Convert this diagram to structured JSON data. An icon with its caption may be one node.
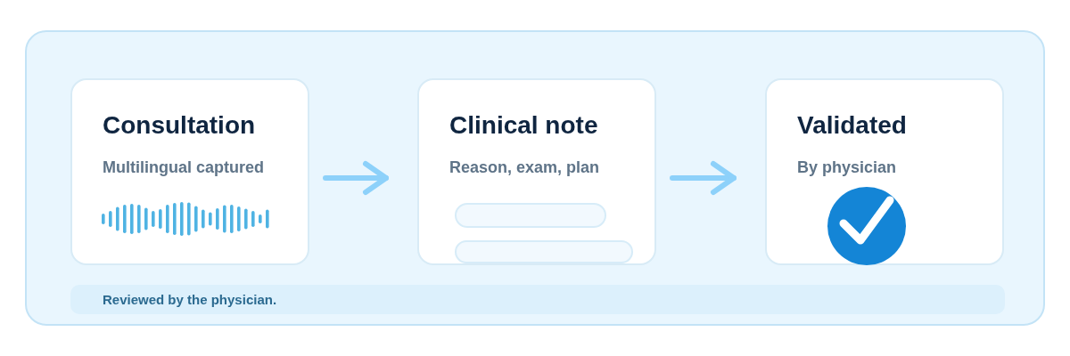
{
  "diagram": {
    "nodes": [
      {
        "text": [],
        "shape": "box"
      },
      {
        "text": [
          "Consultation",
          "Multilingual captured"
        ],
        "in": 0
      },
      {
        "text": [
          "Clinical note",
          "Reason, exam, plan"
        ],
        "in": 0
      },
      {
        "text": [
          "Validated",
          "By physician"
        ],
        "in": 0
      },
      {
        "text": [
          "Reviewed by the physician."
        ],
        "in": 0
      }
    ],
    "edges": [
      {
        "from": 1,
        "to": 2,
        "arrow": "to"
      },
      {
        "from": 2,
        "to": 3,
        "arrow": "to"
      }
    ]
  }
}
